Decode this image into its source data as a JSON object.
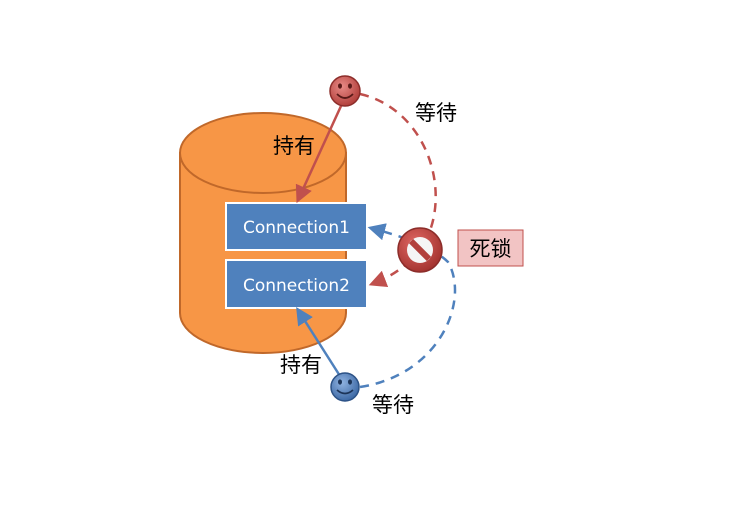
{
  "connections": [
    {
      "label": "Connection1"
    },
    {
      "label": "Connection2"
    }
  ],
  "labels": {
    "hold_top": "持有",
    "wait_top": "等待",
    "hold_bottom": "持有",
    "wait_bottom": "等待",
    "deadlock": "死锁"
  },
  "colors": {
    "db_fill": "#f79646",
    "db_stroke": "#c0682a",
    "conn_fill": "#4f81bd",
    "conn_stroke": "#ffffff",
    "red": "#c0504d",
    "blue": "#4f81bd",
    "deadlock_bg": "#f2c4c4",
    "deadlock_border": "#c0504d"
  },
  "icons": {
    "top_user": "smiley-face-icon",
    "bottom_user": "smiley-face-icon",
    "deadlock": "no-entry-icon"
  }
}
